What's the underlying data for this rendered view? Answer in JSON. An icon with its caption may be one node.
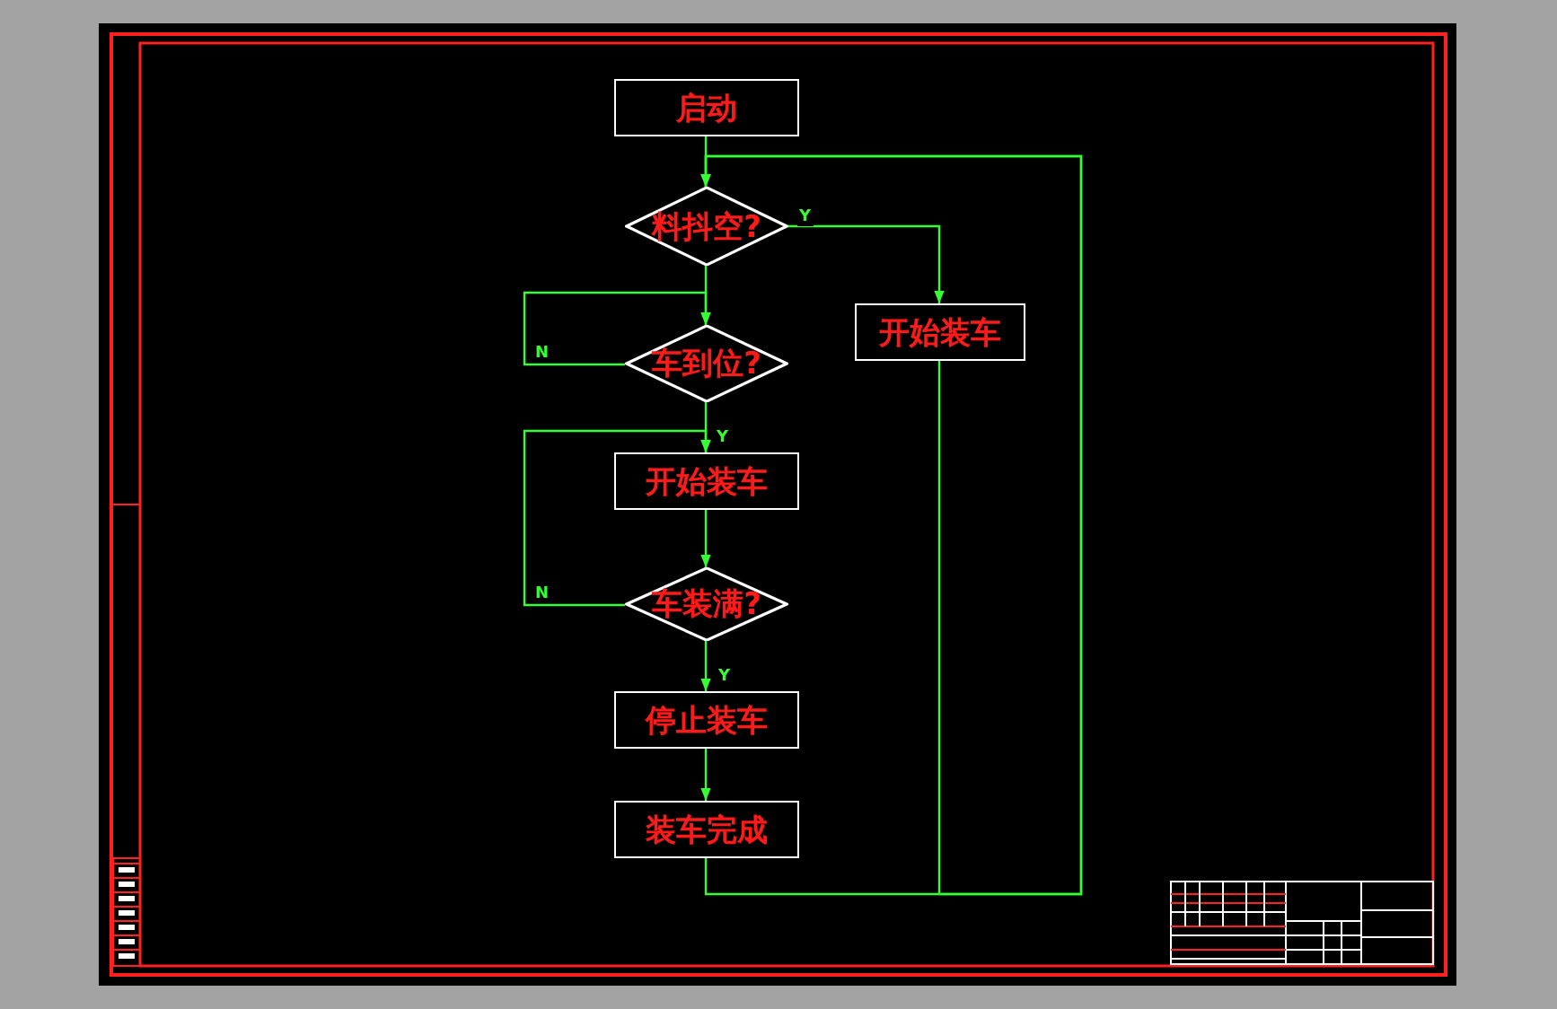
{
  "diagram": {
    "nodes": [
      {
        "text": [
          "启动"
        ]
      },
      {
        "text": [
          "料抖空?"
        ]
      },
      {
        "text": [
          "开始装车"
        ]
      },
      {
        "text": [
          "车到位?"
        ]
      },
      {
        "text": [
          "开始装车"
        ]
      },
      {
        "text": [
          "车装满?"
        ]
      },
      {
        "text": [
          "停止装车"
        ]
      },
      {
        "text": [
          "装车完成"
        ]
      }
    ],
    "edges": [
      {
        "from": 0,
        "to": 1,
        "arrow": "to"
      },
      {
        "from": 1,
        "to": 3,
        "arrow": "to"
      },
      {
        "from": 1,
        "to": 2,
        "arrow": "to",
        "label": "Y"
      },
      {
        "from": 3,
        "to": 3,
        "arrow": "to",
        "label": "N"
      },
      {
        "from": 3,
        "to": 4,
        "arrow": "to",
        "label": "Y"
      },
      {
        "from": 4,
        "to": 5,
        "arrow": "to"
      },
      {
        "from": 5,
        "to": 4,
        "arrow": "to",
        "label": "N"
      },
      {
        "from": 5,
        "to": 6,
        "arrow": "to",
        "label": "Y"
      },
      {
        "from": 6,
        "to": 7,
        "arrow": "to"
      },
      {
        "from": 7,
        "to": 1,
        "arrow": "to"
      },
      {
        "from": 2,
        "to": 1,
        "arrow": "to"
      }
    ]
  }
}
